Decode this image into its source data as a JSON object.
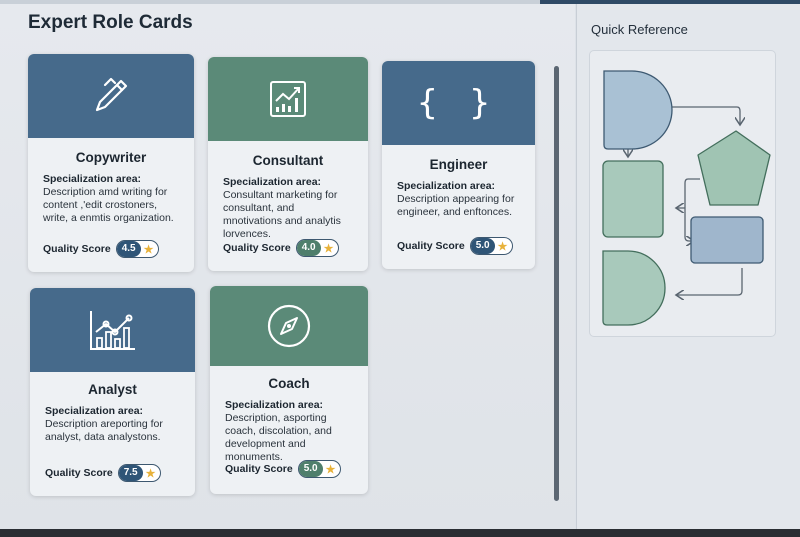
{
  "page": {
    "title": "Expert Role Cards"
  },
  "sidebar": {
    "title": "Quick Reference"
  },
  "cards": [
    {
      "name": "Copywriter",
      "icon": "pen-icon",
      "spec_label": "Specialization area:",
      "desc": "Description amd writing for content ,'edit crostoners, write, a enmtis organization.",
      "score_label": "Quality Score",
      "score": "4.5"
    },
    {
      "name": "Consultant",
      "icon": "chart-growth-icon",
      "spec_label": "Specialization area:",
      "desc": "Consultant marketing for consultant, and mnotivations and analytis lorvences.",
      "score_label": "Quality Score",
      "score": "4.0"
    },
    {
      "name": "Engineer",
      "icon": "code-braces-icon",
      "spec_label": "Specialization area:",
      "desc": "Description appearing for engineer, and enftonces.",
      "score_label": "Quality Score",
      "score": "5.0"
    },
    {
      "name": "Analyst",
      "icon": "analytics-icon",
      "spec_label": "Specialization area:",
      "desc": "Description areporting for analyst, data analystons.",
      "score_label": "Quality Score",
      "score": "7.5"
    },
    {
      "name": "Coach",
      "icon": "compass-icon",
      "spec_label": "Specialization area:",
      "desc": "Description, asporting coach, discolation, and development and monuments.",
      "score_label": "Quality Score",
      "score": "5.0"
    }
  ],
  "colors": {
    "blue": "#466a8b",
    "green": "#5b8a78",
    "star": "#e8b23a",
    "score_blue": "#2f5577",
    "score_green": "#4f7f6c"
  }
}
